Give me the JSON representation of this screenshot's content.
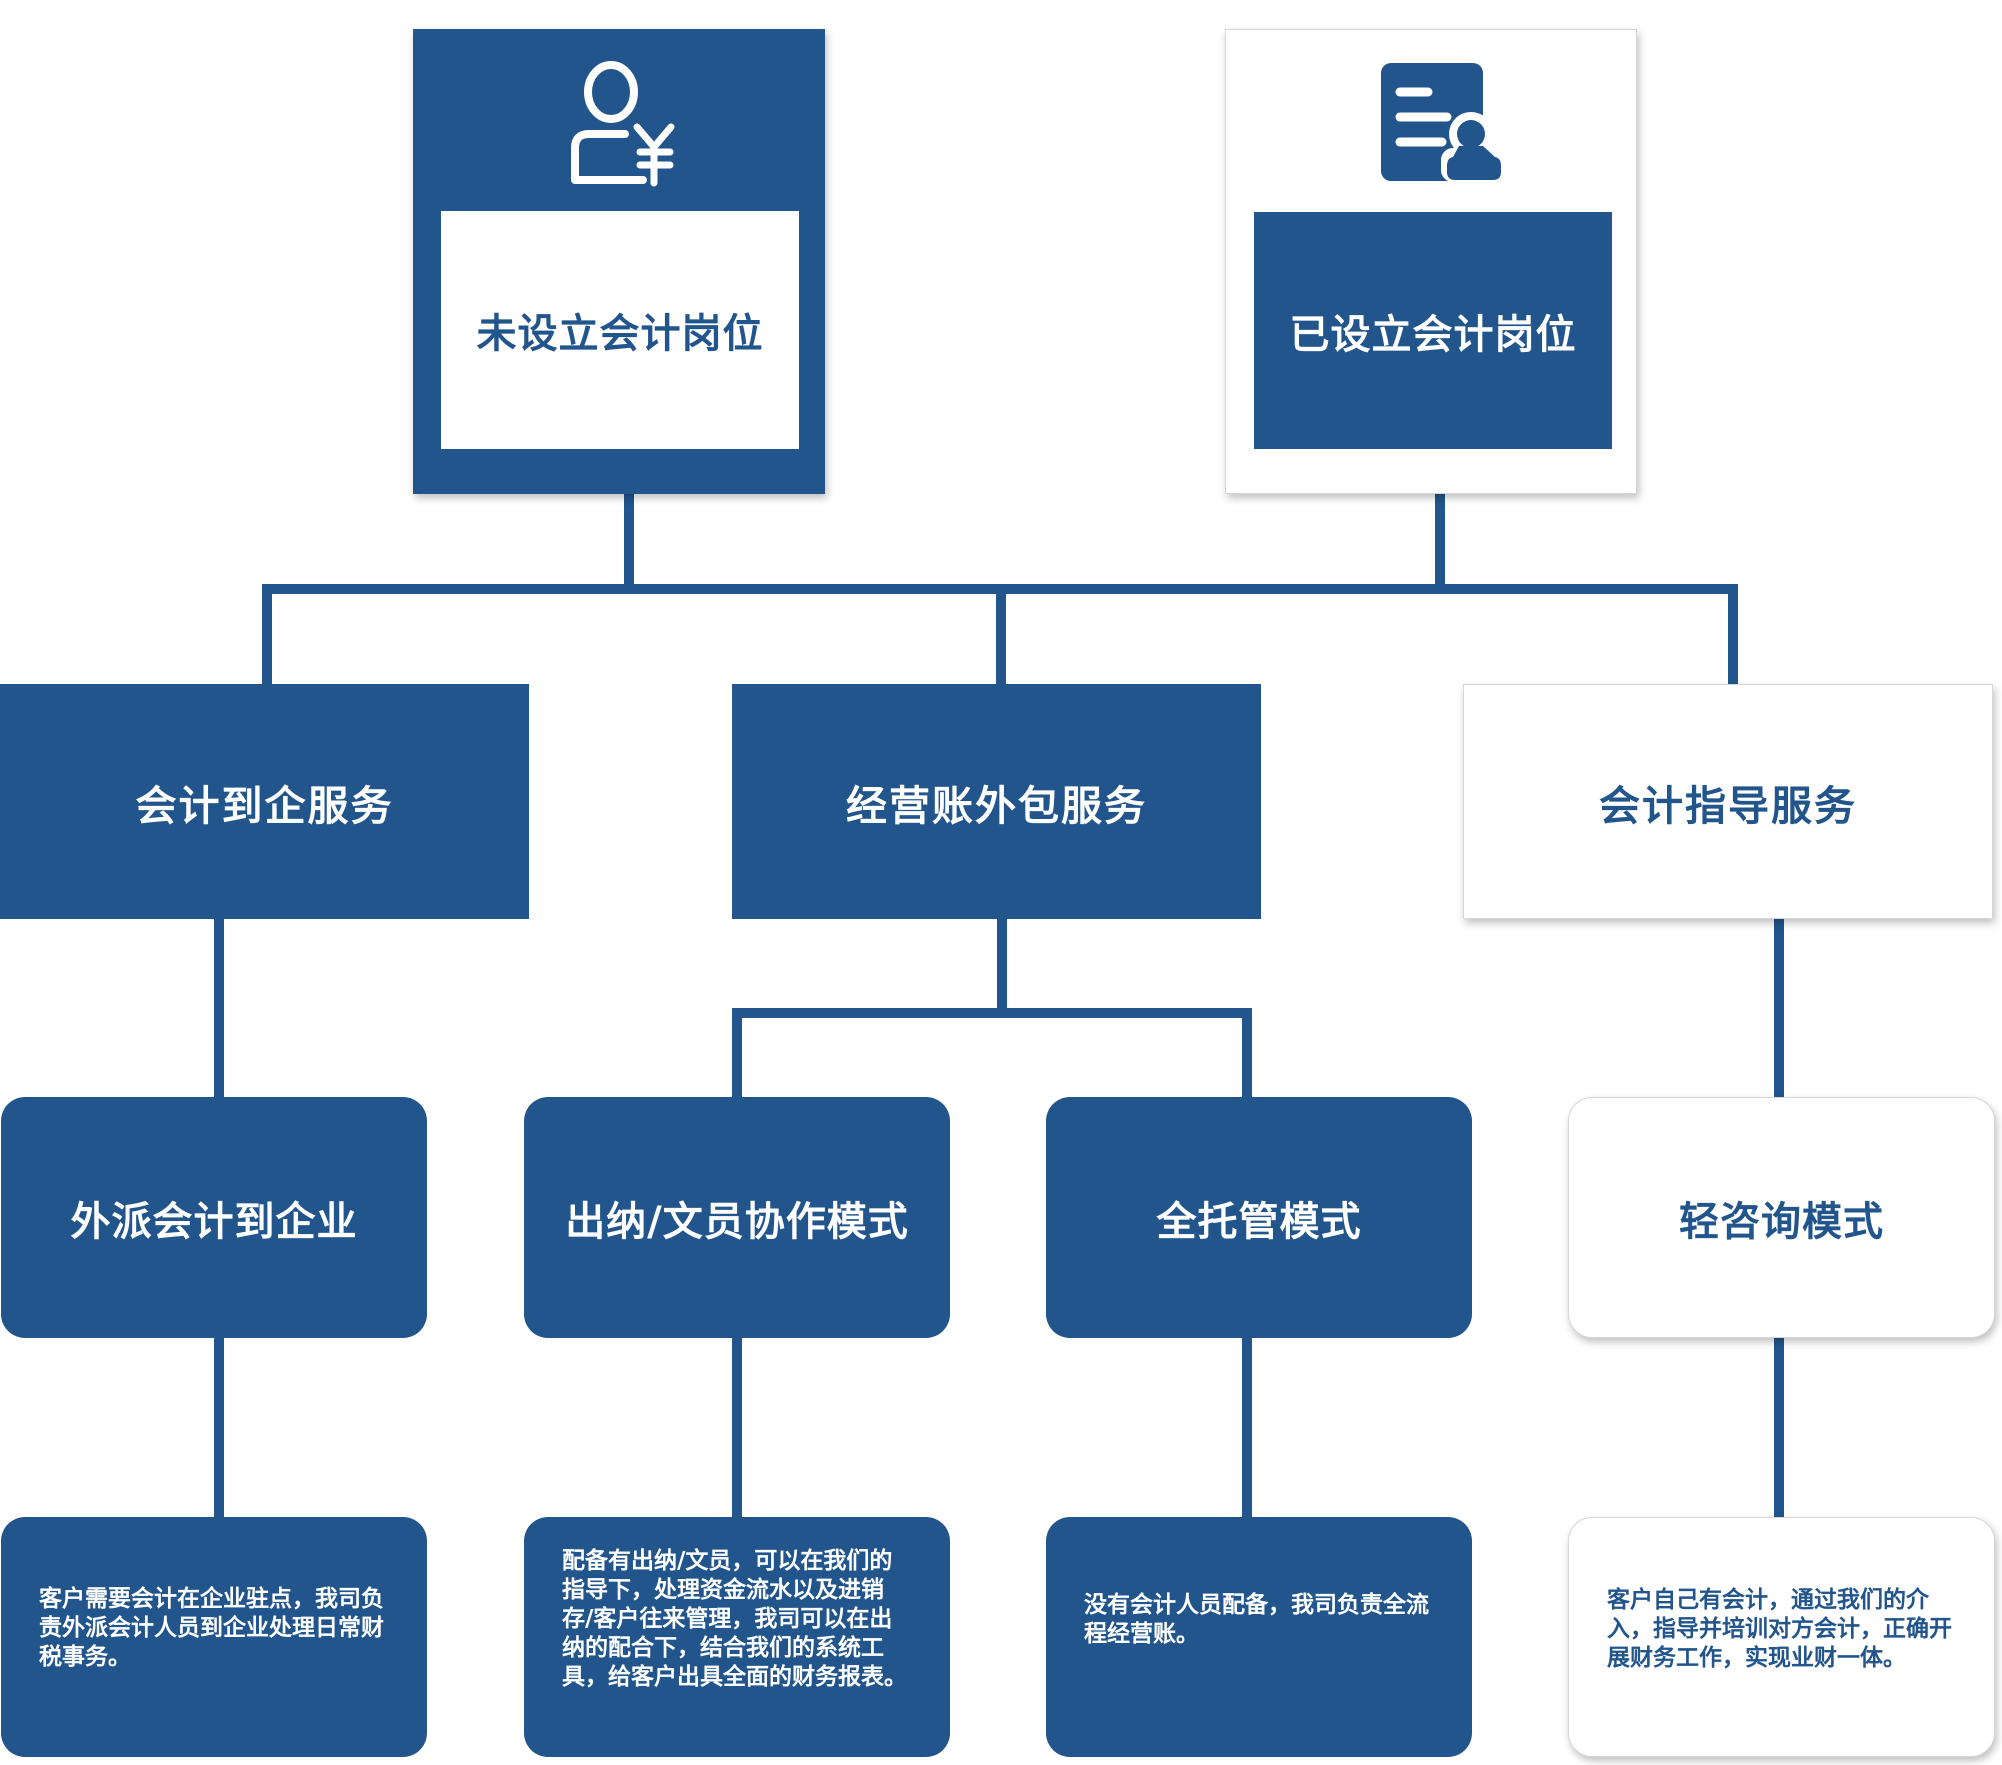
{
  "colors": {
    "primary": "#21558c",
    "white": "#ffffff"
  },
  "top": {
    "left": {
      "icon": "user-yen-icon",
      "title": "未设立会计岗位"
    },
    "right": {
      "icon": "document-user-icon",
      "title": "已设立会计岗位"
    }
  },
  "services": [
    {
      "title": "会计到企服务"
    },
    {
      "title": "经营账外包服务"
    },
    {
      "title": "会计指导服务"
    }
  ],
  "modes": [
    {
      "title": "外派会计到企业",
      "description": "客户需要会计在企业驻点，我司负责外派会计人员到企业处理日常财税事务。"
    },
    {
      "title": "出纳/文员协作模式",
      "description": "配备有出纳/文员，可以在我们的指导下，处理资金流水以及进销存/客户往来管理，我司可以在出纳的配合下，结合我们的系统工具，给客户出具全面的财务报表。"
    },
    {
      "title": "全托管模式",
      "description": "没有会计人员配备，我司负责全流程经营账。"
    },
    {
      "title": "轻咨询模式",
      "description": "客户自己有会计，通过我们的介入，指导并培训对方会计，正确开展财务工作，实现业财一体。"
    }
  ]
}
